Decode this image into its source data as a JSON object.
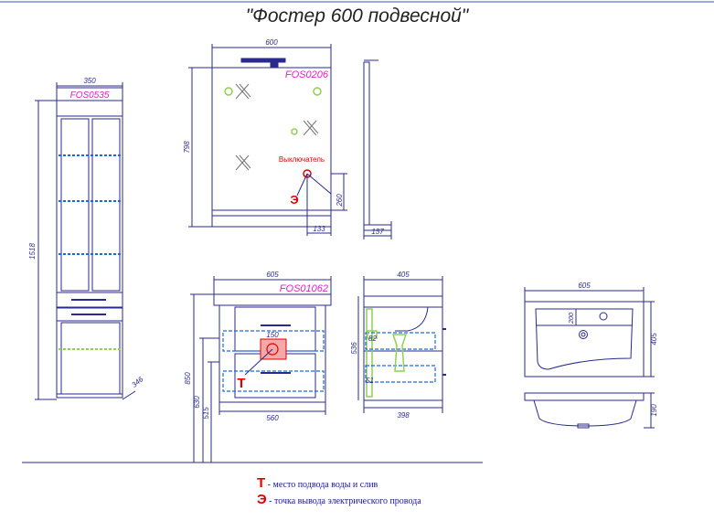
{
  "title": "\"Фостер 600 подвесной\"",
  "colors": {
    "line": "#2a2a8e",
    "blue_dashed": "#1a6adf",
    "green": "#8fd14f",
    "magenta": "#e020c0",
    "red": "#e00000"
  },
  "codes": {
    "column": "FOS0535",
    "mirror": "FOS0206",
    "vanity": "FOS01062"
  },
  "dims": {
    "column_width": "350",
    "column_height": "1518",
    "column_depth": "346",
    "mirror_width": "600",
    "mirror_height": "798",
    "mirror_switch_x": "133",
    "mirror_switch_y": "260",
    "mirror_depth": "137",
    "vanity_width": "605",
    "vanity_height": "850",
    "vanity_630": "630",
    "vanity_515": "515",
    "vanity_inner": "560",
    "vanity_150": "150",
    "side_width": "405",
    "side_height": "536",
    "side_82": "82",
    "side_51": "51",
    "side_398": "398",
    "basin_width": "605",
    "basin_depth": "405",
    "basin_200": "200",
    "basin_height": "190"
  },
  "labels": {
    "switch": "Выключатель",
    "T": "Т",
    "E": "Э"
  },
  "legend": {
    "water": {
      "mark": "Т",
      "text": "- место подвода воды и слив"
    },
    "electric": {
      "mark": "Э",
      "text": "- точка вывода электрического провода"
    }
  }
}
